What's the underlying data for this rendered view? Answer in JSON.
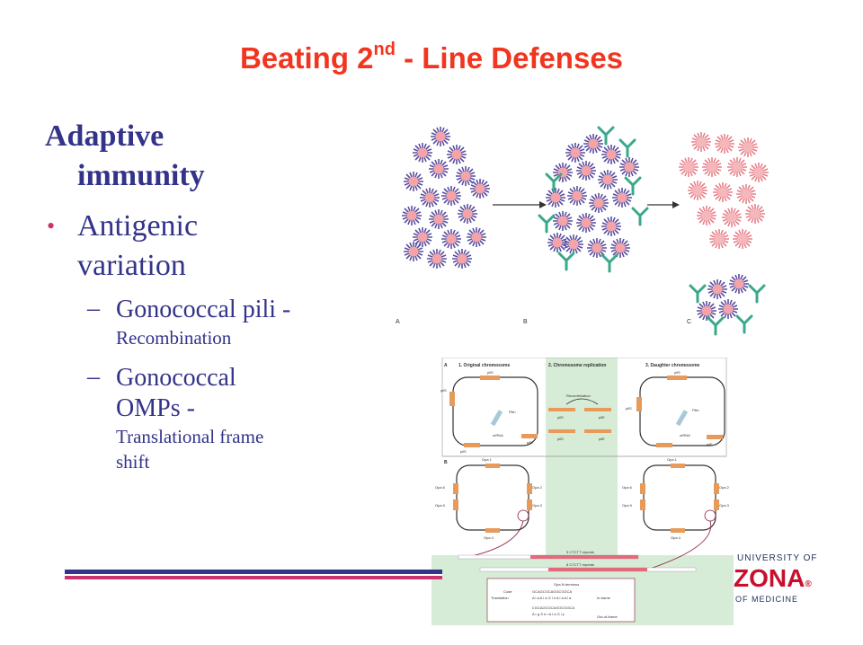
{
  "slide": {
    "title_pre": "Beating 2",
    "title_sup": "nd",
    "title_post": " - Line Defenses"
  },
  "heading": {
    "line1": "Adaptive",
    "line2": "immunity"
  },
  "bullet": {
    "symbol": "•",
    "line1": "Antigenic",
    "line2": "variation"
  },
  "subs": [
    {
      "dash": "–",
      "line1": "Gonococcal pili -",
      "line2": "Recombination"
    },
    {
      "dash": "–",
      "line1": "Gonococcal",
      "line2": "OMPs -",
      "line3": "Translational frame",
      "line4": "shift"
    }
  ],
  "figure_top": {
    "label_a": "A",
    "label_b": "B",
    "label_c": "C"
  },
  "figure_bottom": {
    "panel_a": "A",
    "panel_b": "B",
    "h1": "1. Original chromosome",
    "h2": "2. Chromosome replication",
    "h3": "3. Daughter chromosome",
    "pils": "pilS",
    "pile": "pilE",
    "pilin": "Pilin",
    "mrna": "mRNA",
    "recombination": "Recombination",
    "opa1": "Opa 1",
    "opa2": "Opa 2",
    "opa3": "Opa 3",
    "opa4": "Opa 4",
    "opa5": "Opa 5",
    "opa6": "Opa 6",
    "repeats9": "9 CTCTT repeats",
    "repeats8": "8 CTCTT repeats",
    "code": "Code",
    "translation": "Translation",
    "opa_n": "Opa N-terminus",
    "seq1": "GCAGCGCAGGCGGCA",
    "aa1": "A l a A l a G l n A l a A l a",
    "inframe": "In-frame",
    "seq2": "CGCAGCGCAGGCGGCA",
    "aa2": "A r g S e r A l a G l y",
    "outframe": "Out-of-frame"
  },
  "logo": {
    "university": "UNIVERSITY OF",
    "name": "ZONA",
    "reg": "®",
    "medicine": "OF MEDICINE"
  },
  "colors": {
    "title": "#f2351f",
    "text": "#33338a",
    "bullet": "#c8346f",
    "bar_blue": "#33338a",
    "bar_red": "#c8346f",
    "cell": "#f4a3a8",
    "spike": "#5a4fa0",
    "antibody": "#3aa88a",
    "logo_red": "#c8102e"
  }
}
